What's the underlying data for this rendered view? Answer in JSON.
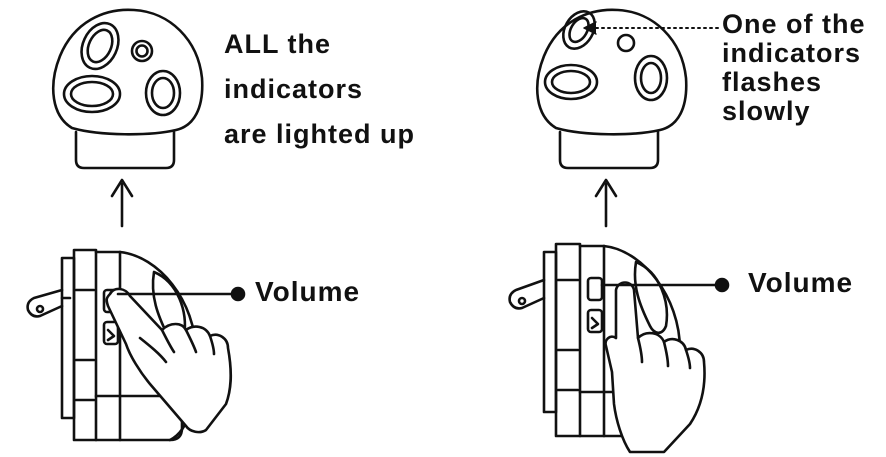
{
  "left": {
    "caption_lines": [
      "ALL the",
      "indicators",
      "are lighted up"
    ],
    "volume_label": "Volume"
  },
  "right": {
    "caption_lines": [
      "One of the",
      "indicators",
      "flashes",
      "slowly"
    ],
    "volume_label": "Volume"
  },
  "colors": {
    "ink": "#111111",
    "background": "#ffffff"
  },
  "icons": {
    "indicator_panel": "mushroom-indicator-icon",
    "device": "plug-in-device-icon",
    "hand": "pressing-hand-icon",
    "arrow": "up-arrow-icon"
  }
}
